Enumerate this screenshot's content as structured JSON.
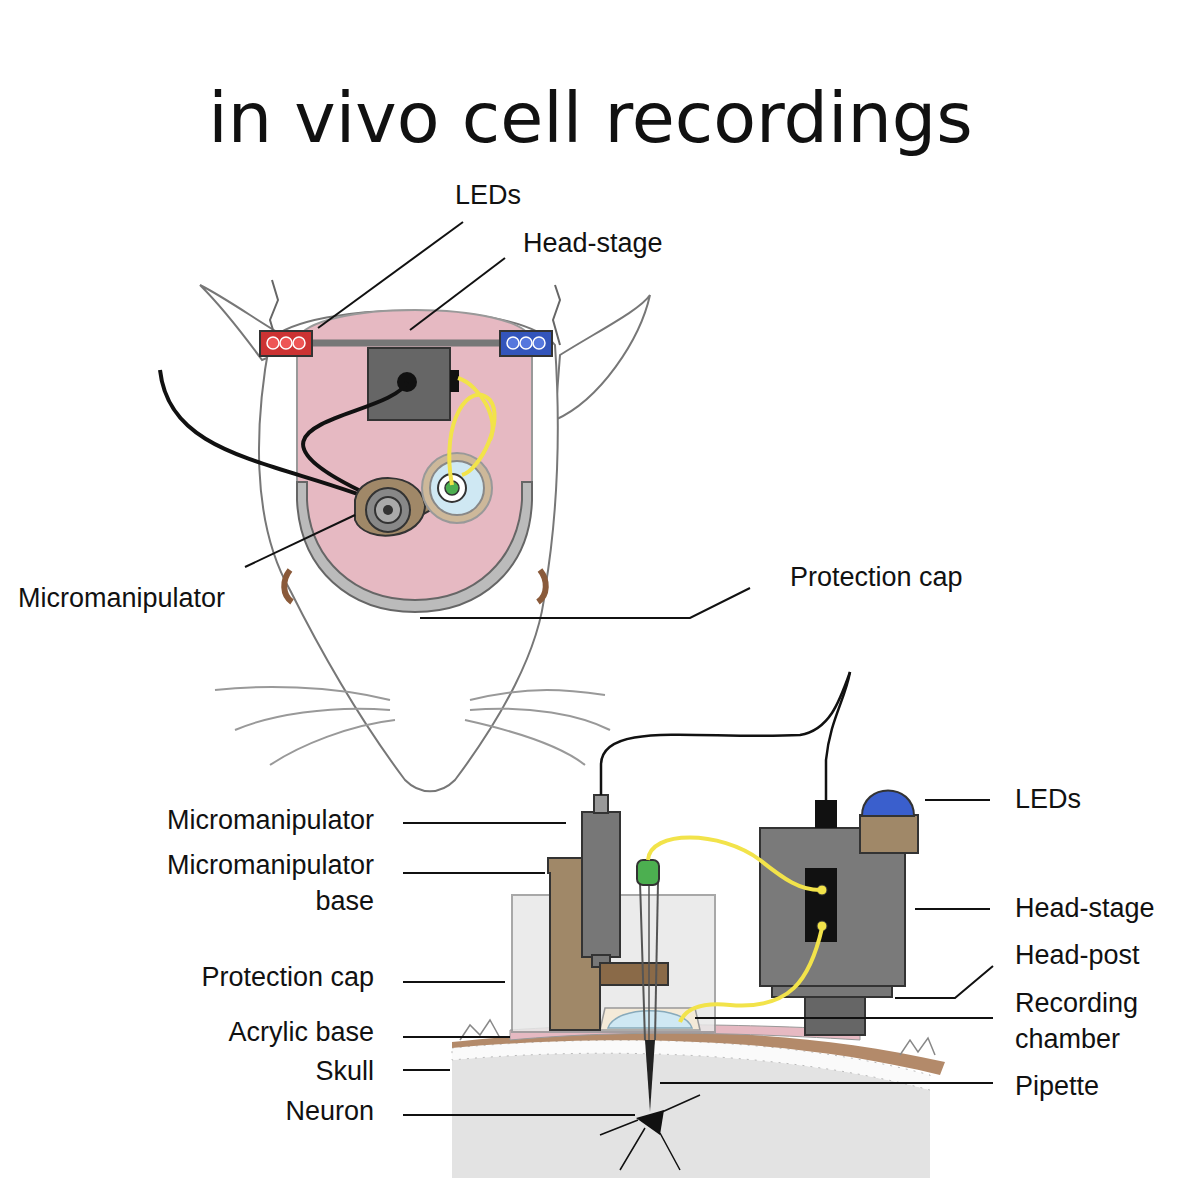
{
  "diagram": {
    "title": "in vivo cell recordings",
    "labels": [
      "LEDs",
      "Head-stage",
      "Micromanipulator",
      "Protection cap",
      "Micromanipulator",
      "Micromanipulator base",
      "Protection cap",
      "Acrylic base",
      "Skull",
      "Neuron",
      "LEDs",
      "Head-stage",
      "Head-post",
      "Recording chamber",
      "Pipette"
    ]
  }
}
